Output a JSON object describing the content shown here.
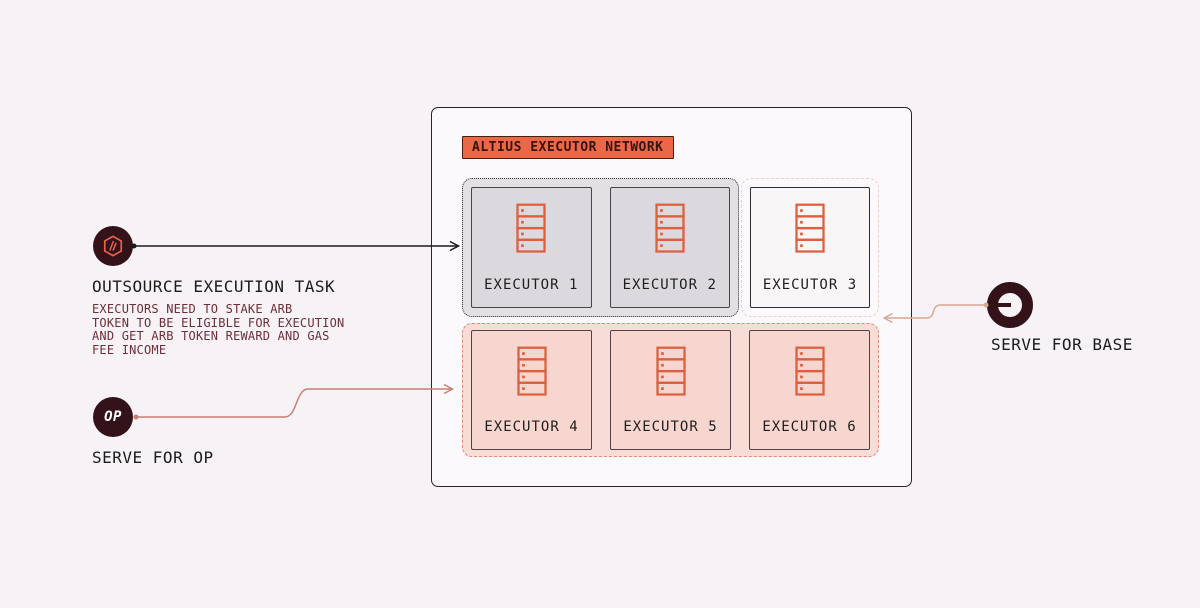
{
  "colors": {
    "page_bg": "#f6f2f5",
    "box_bg": "#fbf9fb",
    "badge_bg": "#ea6747",
    "badge_text": "#38140a",
    "server_icon_stroke": "#dd5f3d",
    "dark_circle": "#33121a",
    "black_line": "#1b1b1b",
    "op_line": "#c97e74",
    "base_line": "#d8a893",
    "description_text": "#6d2f38",
    "group_arbitrum_bg": "#e3e0e4",
    "group_op_bg": "#f8dcd6"
  },
  "left": {
    "outsource_title": "OUTSOURCE EXECUTION TASK",
    "outsource_description": "EXECUTORS NEED TO STAKE ARB\nTOKEN TO BE ELIGIBLE FOR EXECUTION\nAND GET ARB TOKEN REWARD AND GAS\nFEE INCOME",
    "op_badge": "OP",
    "op_caption": "SERVE FOR OP"
  },
  "right": {
    "base_caption": "SERVE FOR BASE"
  },
  "network": {
    "badge": "ALTIUS EXECUTOR NETWORK",
    "groups": [
      {
        "executors": [
          "EXECUTOR 1",
          "EXECUTOR 2"
        ]
      },
      {
        "executors": [
          "EXECUTOR 3"
        ]
      },
      {
        "executors": [
          "EXECUTOR 4",
          "EXECUTOR 5",
          "EXECUTOR 6"
        ]
      }
    ]
  }
}
